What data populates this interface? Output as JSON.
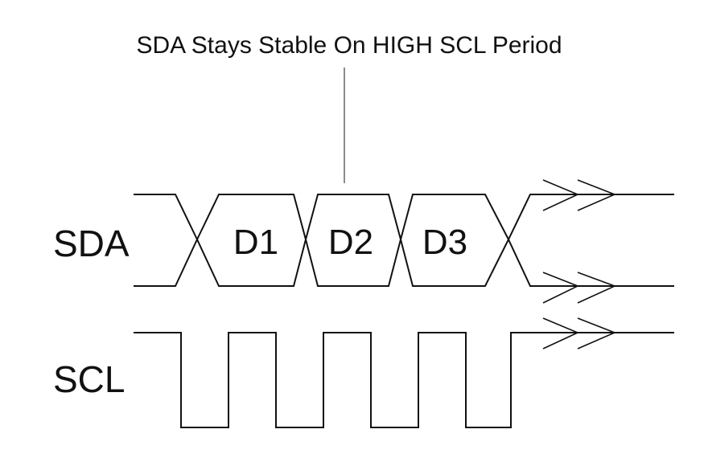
{
  "caption": "SDA Stays Stable On HIGH SCL Period",
  "signals": {
    "sda_label": "SDA",
    "scl_label": "SCL"
  },
  "data_bits": [
    {
      "label": "D1"
    },
    {
      "label": "D2"
    },
    {
      "label": "D3"
    }
  ],
  "colors": {
    "line": "#111111",
    "pointer": "#666666",
    "background": "#ffffff"
  },
  "icons": {
    "continuation": "double-chevron-right-icon"
  }
}
